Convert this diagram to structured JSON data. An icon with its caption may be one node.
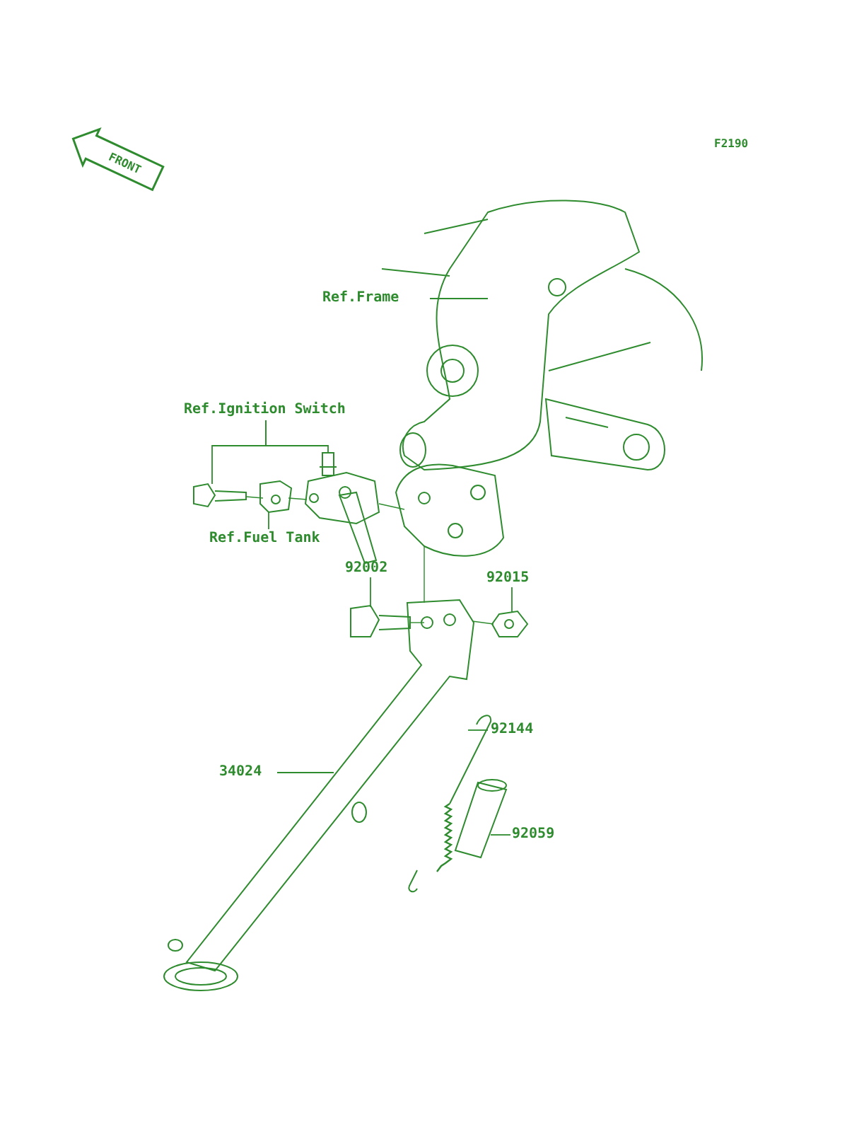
{
  "diagram": {
    "nodes": [
      {
        "text": [
          "Ref.Frame"
        ]
      },
      {
        "text": [],
        "shape": "picture"
      },
      {
        "text": [
          "Ref.Ignition Switch"
        ]
      },
      {
        "text": [],
        "shape": "picture"
      },
      {
        "text": [],
        "shape": "picture"
      },
      {
        "text": [
          "Ref.Fuel Tank"
        ]
      },
      {
        "text": [],
        "shape": "picture"
      },
      {
        "text": [
          "92002"
        ]
      },
      {
        "text": [
          "92015"
        ]
      },
      {
        "text": [],
        "shape": "picture"
      },
      {
        "text": [],
        "shape": "picture"
      },
      {
        "text": [
          "92144"
        ]
      },
      {
        "text": [],
        "shape": "picture"
      },
      {
        "text": [
          "34024"
        ]
      },
      {
        "text": [],
        "shape": "picture"
      },
      {
        "text": [
          "92059"
        ]
      },
      {
        "text": [],
        "shape": "picture"
      }
    ],
    "edges": [
      {
        "from": 0,
        "to": 1,
        "arrow": "none"
      },
      {
        "from": 2,
        "to": 3,
        "arrow": "none"
      },
      {
        "from": 2,
        "to": 4,
        "arrow": "none"
      },
      {
        "from": 5,
        "to": 6,
        "arrow": "none"
      },
      {
        "from": 7,
        "to": 9,
        "arrow": "none"
      },
      {
        "from": 8,
        "to": 10,
        "arrow": "none"
      },
      {
        "from": 11,
        "to": 12,
        "arrow": "none"
      },
      {
        "from": 13,
        "to": 14,
        "arrow": "none"
      },
      {
        "from": 15,
        "to": 16,
        "arrow": "none"
      },
      {
        "from": 3,
        "to": 6,
        "arrow": "none"
      },
      {
        "from": 6,
        "to": 4,
        "arrow": "none"
      },
      {
        "from": 4,
        "to": 1,
        "arrow": "none"
      },
      {
        "from": 1,
        "to": 14,
        "arrow": "none"
      },
      {
        "from": 9,
        "to": 14,
        "arrow": "none"
      },
      {
        "from": 14,
        "to": 10,
        "arrow": "none"
      }
    ],
    "labels": [
      "F2190",
      "FRONT"
    ]
  }
}
